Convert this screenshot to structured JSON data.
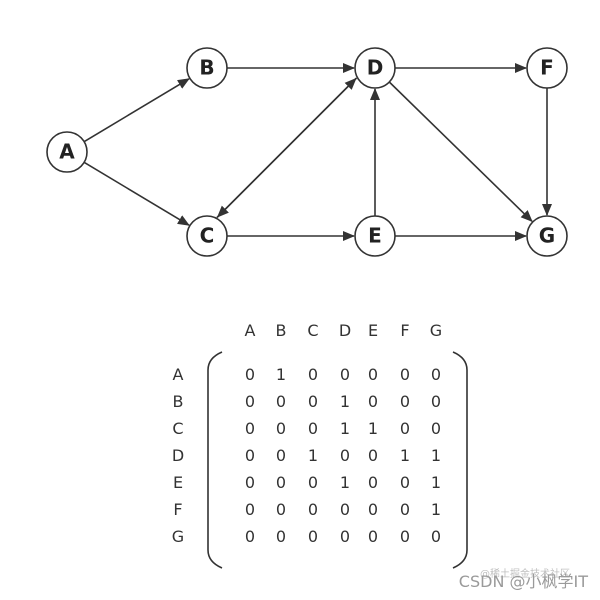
{
  "graph": {
    "nodes": [
      {
        "id": "A",
        "label": "A"
      },
      {
        "id": "B",
        "label": "B"
      },
      {
        "id": "C",
        "label": "C"
      },
      {
        "id": "D",
        "label": "D"
      },
      {
        "id": "E",
        "label": "E"
      },
      {
        "id": "F",
        "label": "F"
      },
      {
        "id": "G",
        "label": "G"
      }
    ],
    "edges": [
      {
        "from": "A",
        "to": "B"
      },
      {
        "from": "A",
        "to": "C"
      },
      {
        "from": "B",
        "to": "D"
      },
      {
        "from": "C",
        "to": "D"
      },
      {
        "from": "C",
        "to": "E"
      },
      {
        "from": "D",
        "to": "C"
      },
      {
        "from": "D",
        "to": "F"
      },
      {
        "from": "D",
        "to": "G"
      },
      {
        "from": "E",
        "to": "D"
      },
      {
        "from": "E",
        "to": "G"
      },
      {
        "from": "F",
        "to": "G"
      }
    ]
  },
  "matrix": {
    "column_headers": [
      "A",
      "B",
      "C",
      "D",
      "E",
      "F",
      "G"
    ],
    "row_headers": [
      "A",
      "B",
      "C",
      "D",
      "E",
      "F",
      "G"
    ],
    "rows": [
      [
        0,
        1,
        0,
        0,
        0,
        0,
        0
      ],
      [
        0,
        0,
        0,
        1,
        0,
        0,
        0
      ],
      [
        0,
        0,
        0,
        1,
        1,
        0,
        0
      ],
      [
        0,
        0,
        1,
        0,
        0,
        1,
        1
      ],
      [
        0,
        0,
        0,
        1,
        0,
        0,
        1
      ],
      [
        0,
        0,
        0,
        0,
        0,
        0,
        1
      ],
      [
        0,
        0,
        0,
        0,
        0,
        0,
        0
      ]
    ]
  },
  "watermark": {
    "text": "CSDN @小枫学IT",
    "subtext": "@稀土掘金技术社区"
  }
}
